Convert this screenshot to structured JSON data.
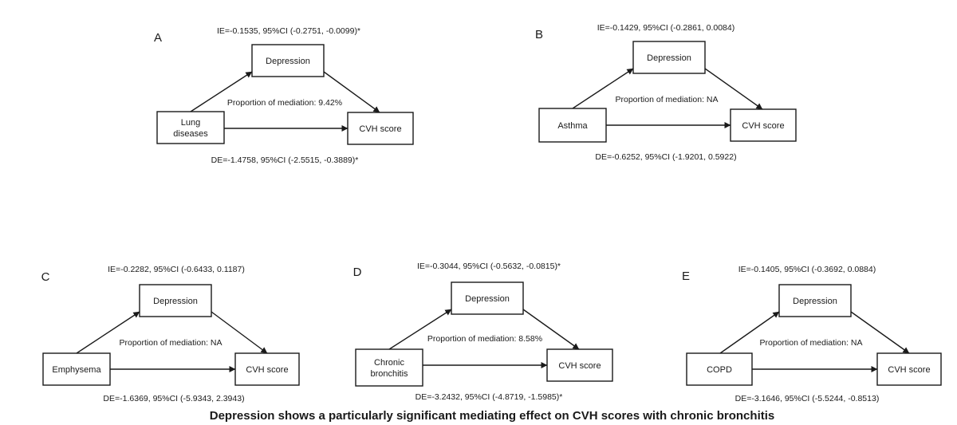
{
  "caption": "Depression shows a particularly significant mediating effect on CVH scores with chronic bronchitis",
  "panels": [
    {
      "letter": "A",
      "ie": "IE=-0.1535, 95%CI (-0.2751, -0.0099)*",
      "de": "DE=-1.4758, 95%CI (-2.5515, -0.3889)*",
      "proportion": "Proportion of mediation: 9.42%",
      "exposure": [
        "Lung",
        "diseases"
      ],
      "mediator": "Depression",
      "outcome": "CVH score"
    },
    {
      "letter": "B",
      "ie": "IE=-0.1429, 95%CI (-0.2861, 0.0084)",
      "de": "DE=-0.6252, 95%CI (-1.9201, 0.5922)",
      "proportion": "Proportion of mediation: NA",
      "exposure": [
        "Asthma"
      ],
      "mediator": "Depression",
      "outcome": "CVH score"
    },
    {
      "letter": "C",
      "ie": "IE=-0.2282, 95%CI (-0.6433, 0.1187)",
      "de": "DE=-1.6369, 95%CI (-5.9343, 2.3943)",
      "proportion": "Proportion of mediation: NA",
      "exposure": [
        "Emphysema"
      ],
      "mediator": "Depression",
      "outcome": "CVH score"
    },
    {
      "letter": "D",
      "ie": "IE=-0.3044, 95%CI (-0.5632, -0.0815)*",
      "de": "DE=-3.2432, 95%CI (-4.8719, -1.5985)*",
      "proportion": "Proportion of mediation: 8.58%",
      "exposure": [
        "Chronic",
        "bronchitis"
      ],
      "mediator": "Depression",
      "outcome": "CVH score"
    },
    {
      "letter": "E",
      "ie": "IE=-0.1405, 95%CI (-0.3692,  0.0884)",
      "de": "DE=-3.1646, 95%CI (-5.5244, -0.8513)",
      "proportion": "Proportion of mediation: NA",
      "exposure": [
        "COPD"
      ],
      "mediator": "Depression",
      "outcome": "CVH score"
    }
  ]
}
